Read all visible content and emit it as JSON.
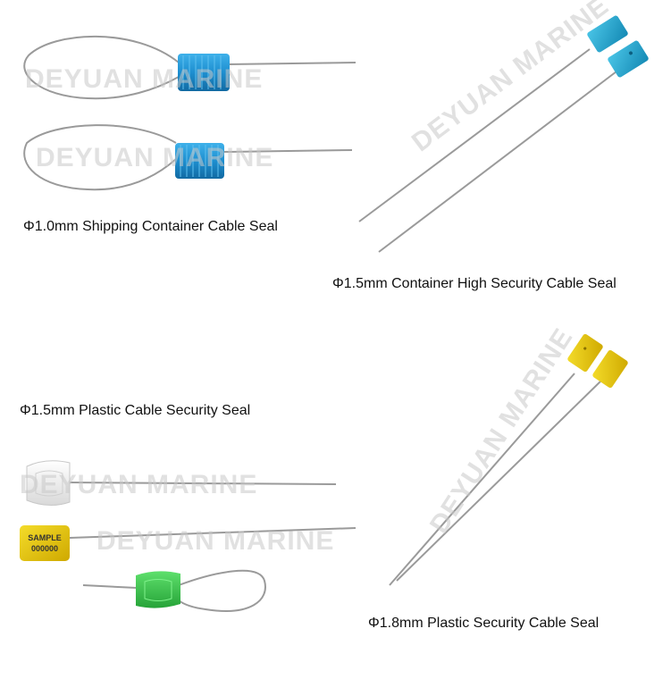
{
  "captions": {
    "shipping_container": "Φ1.0mm Shipping Container Cable Seal",
    "container_high_security": "Φ1.5mm Container High Security Cable Seal",
    "plastic_cable_security": "Φ1.5mm Plastic Cable Security Seal",
    "plastic_security_cable": "Φ1.8mm Plastic Security Cable Seal"
  },
  "watermark": "DEYUAN MARINE",
  "seal_label": {
    "line1": "SAMPLE",
    "line2": "000000"
  },
  "colors": {
    "aluminum_blue": "#1e8fd0",
    "teal_blue": "#1aa3cc",
    "yellow": "#e8c800",
    "green": "#36c24a",
    "white": "#f2f2f2",
    "cable": "#9a9a9a"
  }
}
